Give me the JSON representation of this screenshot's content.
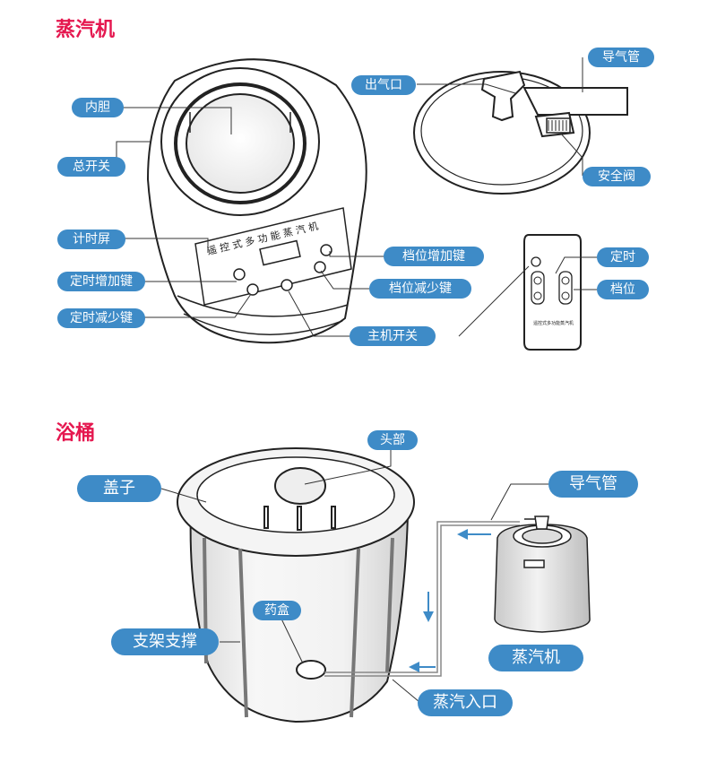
{
  "sections": {
    "steamer_title": "蒸汽机",
    "tub_title": "浴桶"
  },
  "steamer_labels": {
    "inner_liner": "内胆",
    "main_switch": "总开关",
    "timer_screen": "计时屏",
    "timer_increase_key": "定时增加键",
    "timer_decrease_key": "定时减少键",
    "steam_outlet": "出气口",
    "air_guide_tube": "导气管",
    "safety_valve": "安全阀",
    "level_increase_key": "档位增加键",
    "level_decrease_key": "档位减少键",
    "power_switch": "主机开关",
    "remote_timer": "定时",
    "remote_level": "档位"
  },
  "device_text": {
    "panel_text": "遥 控 式 多 功 能 蒸 汽 机",
    "remote_text": "遥控式多功能蒸汽机"
  },
  "tub_labels": {
    "cover": "盖子",
    "head": "头部",
    "air_guide_tube": "导气管",
    "support_frame": "支架支撑",
    "medicine_box": "药盒",
    "steamer": "蒸汽机",
    "steam_inlet": "蒸汽入口"
  },
  "colors": {
    "title": "#e5174f",
    "label_bg": "#3e8bc7",
    "connector": "#3e8bc7",
    "outline": "#222222"
  }
}
